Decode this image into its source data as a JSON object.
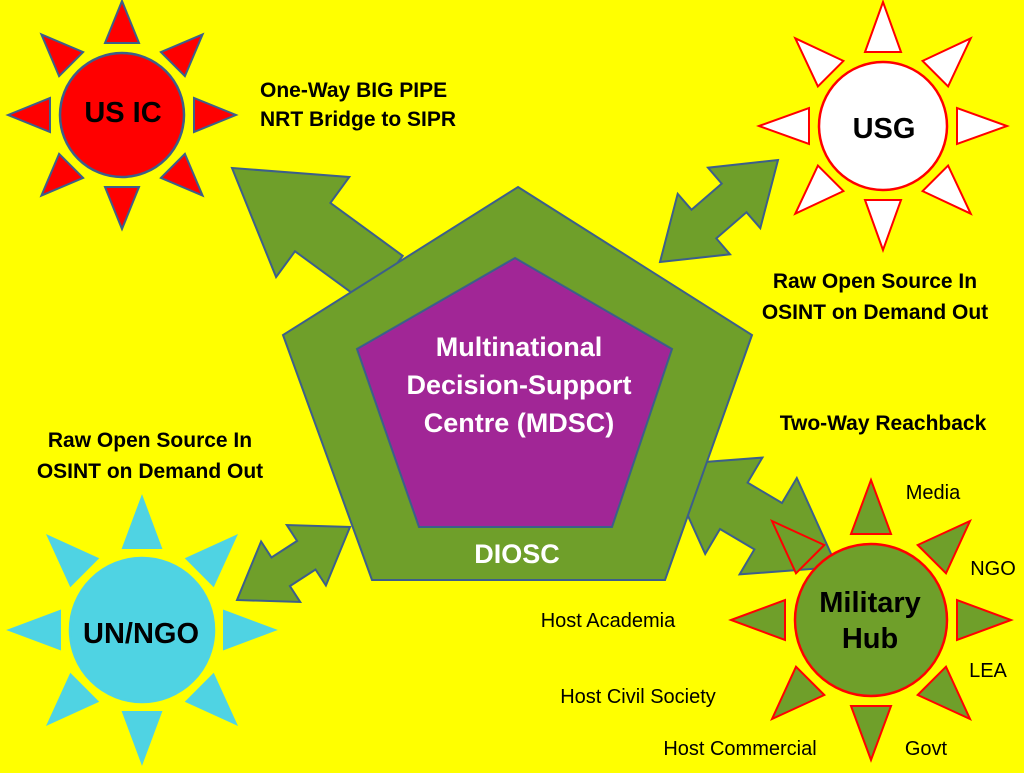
{
  "colors": {
    "background": "#ffff00",
    "pentagon_outer": "#6f9f2a",
    "pentagon_inner": "#a12696",
    "arrow_fill": "#6f9f2a",
    "arrow_stroke": "#3c5f8a",
    "sun_red": "#ff0000",
    "sun_white": "#ffffff",
    "sun_cyan": "#4fd3e3",
    "sun_green": "#6f9f2a",
    "sun_outline_red": "#ff0000",
    "sun_outline_cyan": "#4fd3e3",
    "sun_outline_green": "#ff0000"
  },
  "center": {
    "title_lines": [
      "Multinational",
      "Decision-Support",
      "Centre (MDSC)"
    ],
    "sub_label": "DIOSC"
  },
  "suns": {
    "us_ic": "US IC",
    "usg": "USG",
    "un_ngo": "UN/NGO",
    "military_hub_lines": [
      "Military",
      "Hub"
    ]
  },
  "annotations": {
    "big_pipe_lines": [
      "One-Way BIG  PIPE",
      "NRT Bridge to SIPR"
    ],
    "right_osint_lines": [
      "Raw Open Source In",
      "OSINT on Demand Out"
    ],
    "left_osint_lines": [
      "Raw Open Source In",
      "OSINT on Demand Out"
    ],
    "reachback": "Two-Way Reachback"
  },
  "hub_partners": {
    "media": "Media",
    "ngo": "NGO",
    "lea": "LEA",
    "govt": "Govt",
    "host_academia": "Host Academia",
    "host_civil_society": "Host Civil Society",
    "host_commercial": "Host Commercial"
  },
  "icons": [
    "sun-us-ic-icon",
    "sun-usg-icon",
    "sun-un-ngo-icon",
    "sun-military-hub-icon",
    "pentagon-icon",
    "arrow-icon"
  ]
}
